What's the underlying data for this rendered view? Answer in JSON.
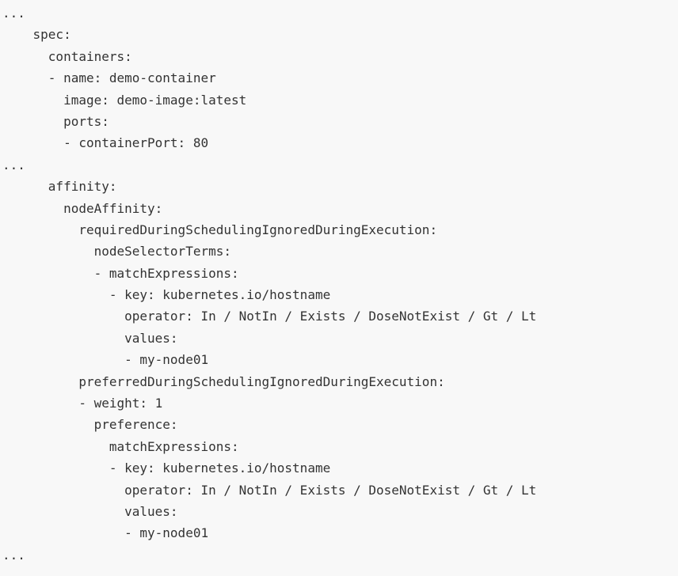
{
  "code": {
    "lines": [
      "...",
      "    spec:",
      "      containers:",
      "      - name: demo-container",
      "        image: demo-image:latest",
      "        ports:",
      "        - containerPort: 80",
      "...",
      "      affinity:",
      "        nodeAffinity:",
      "          requiredDuringSchedulingIgnoredDuringExecution:",
      "            nodeSelectorTerms:",
      "            - matchExpressions:",
      "              - key: kubernetes.io/hostname",
      "                operator: In / NotIn / Exists / DoseNotExist / Gt / Lt",
      "                values:",
      "                - my-node01",
      "          preferredDuringSchedulingIgnoredDuringExecution:",
      "          - weight: 1",
      "            preference:",
      "              matchExpressions:",
      "              - key: kubernetes.io/hostname",
      "                operator: In / NotIn / Exists / DoseNotExist / Gt / Lt",
      "                values:",
      "                - my-node01",
      "..."
    ]
  }
}
